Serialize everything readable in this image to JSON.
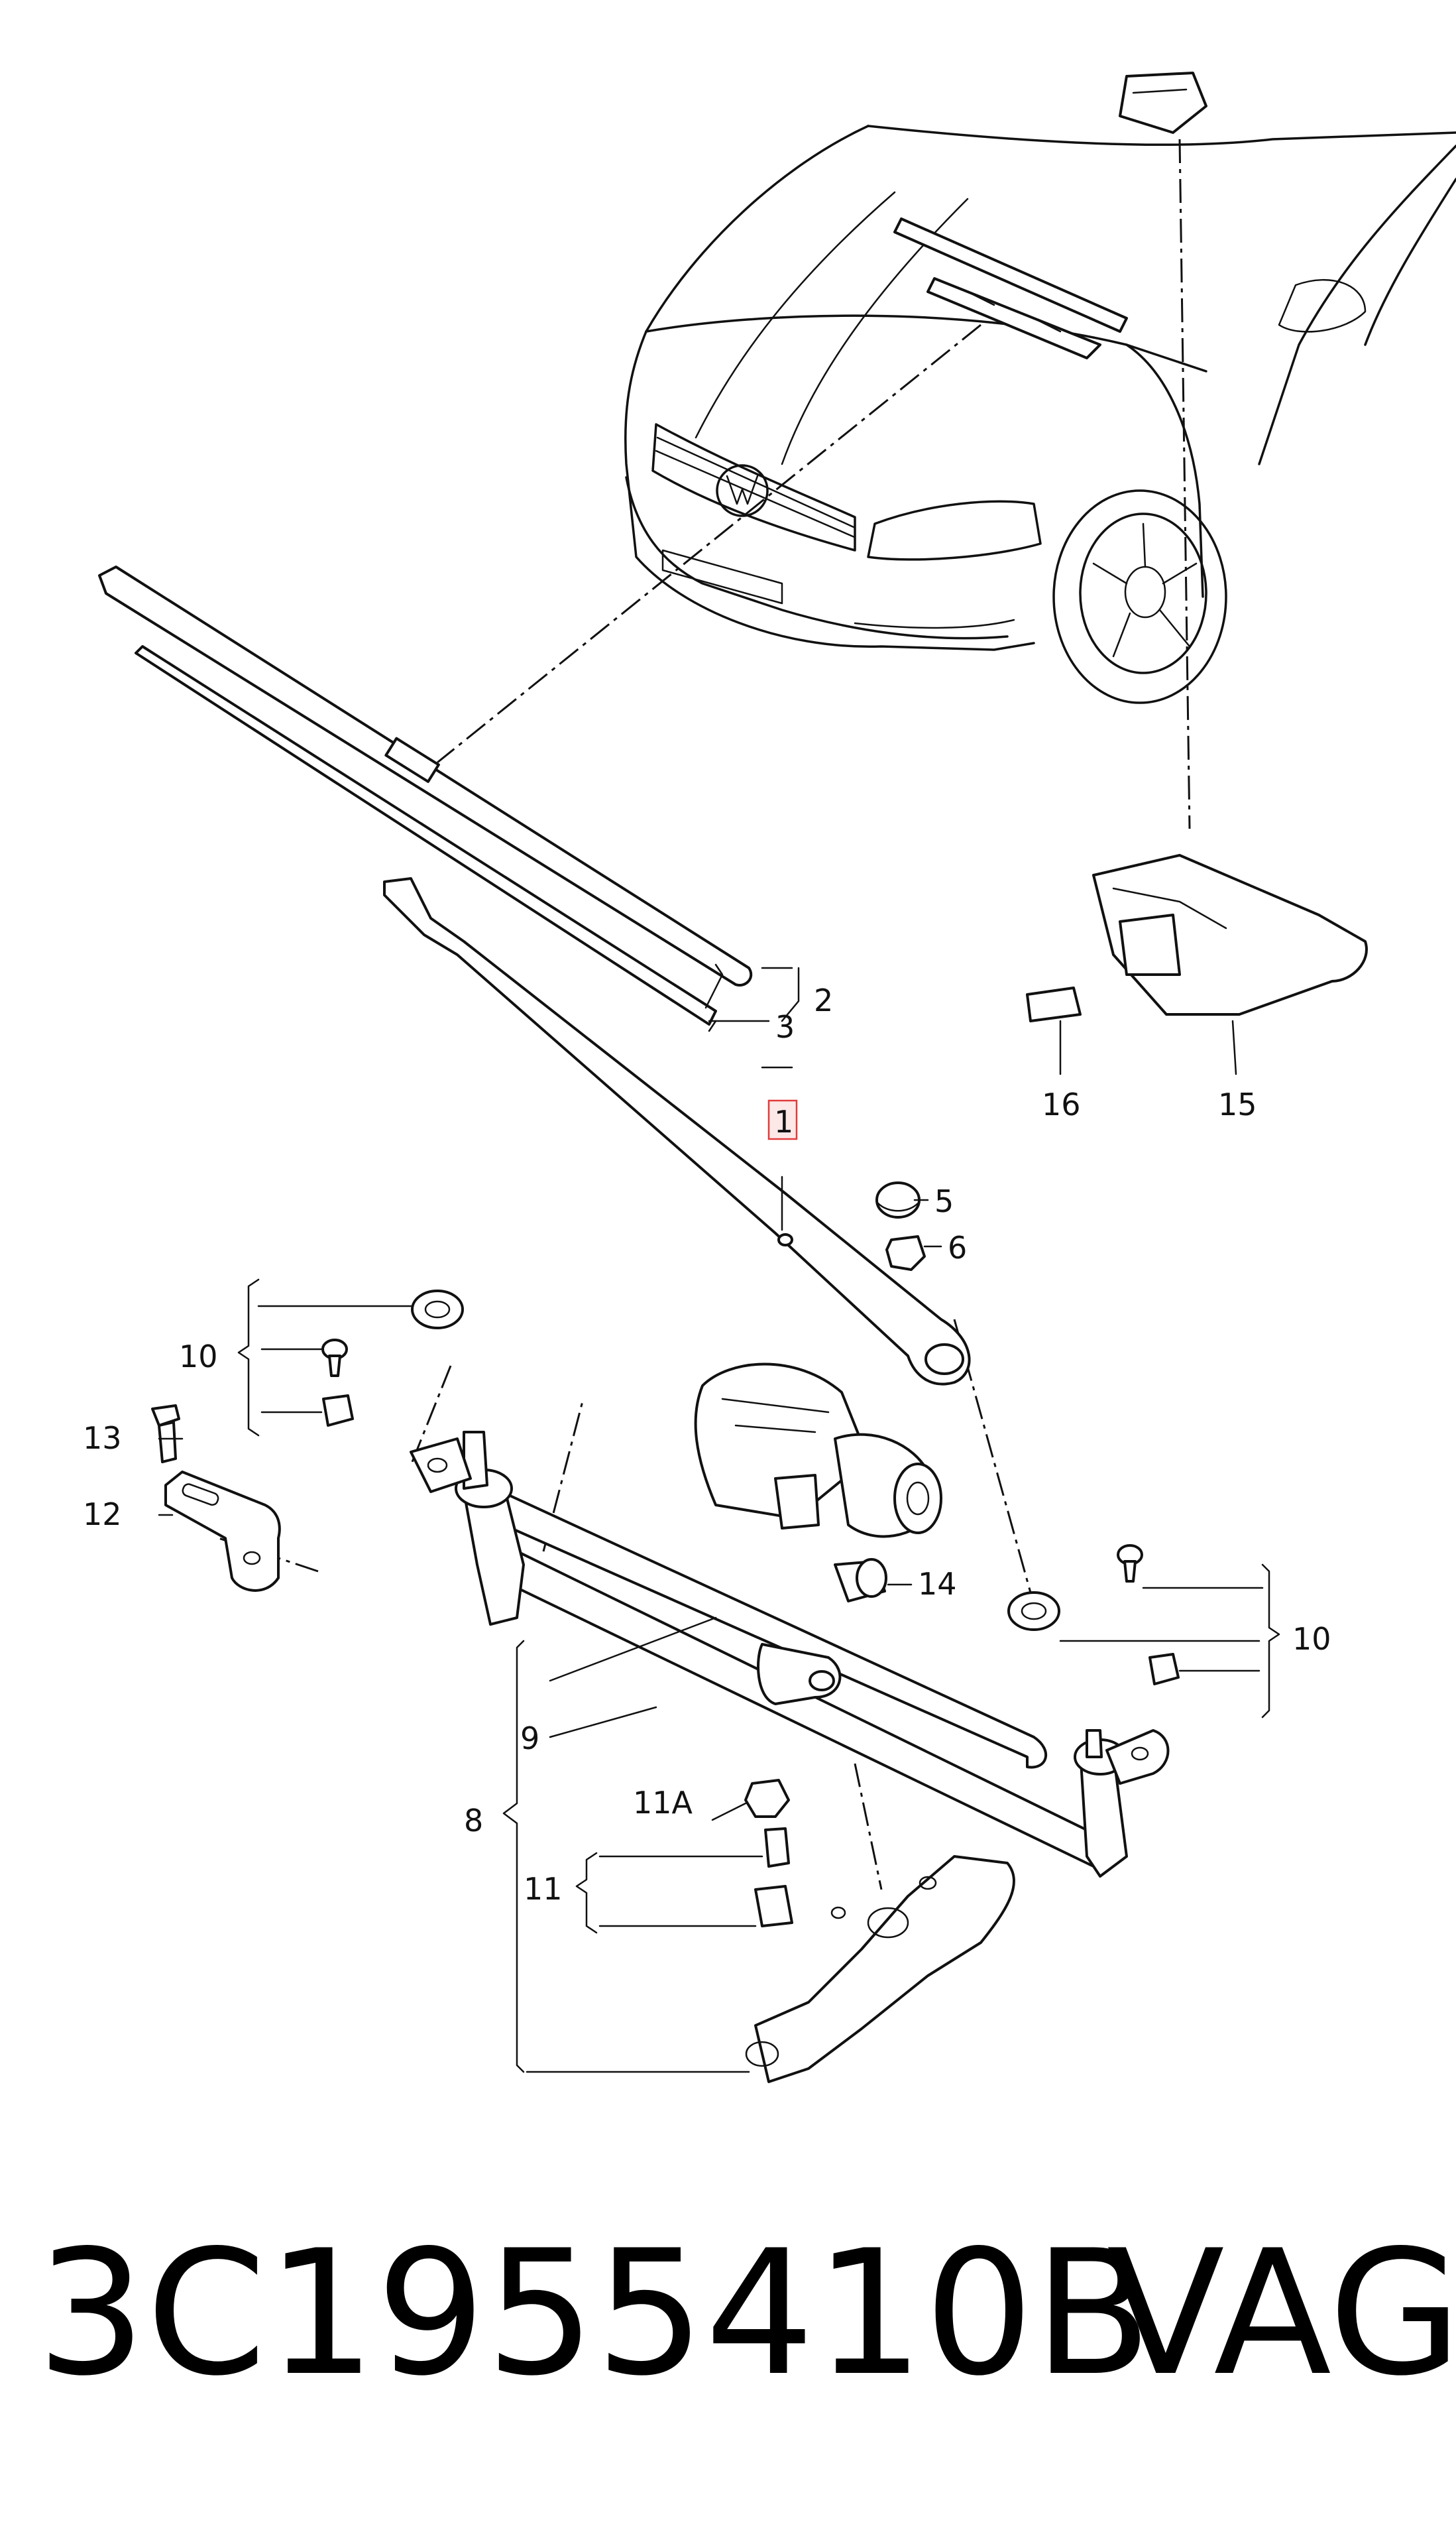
{
  "callouts": {
    "c1": "1",
    "c2": "2",
    "c3": "3",
    "c5": "5",
    "c6": "6",
    "c8": "8",
    "c9": "9",
    "c10a": "10",
    "c10b": "10",
    "c11": "11",
    "c11a": "11A",
    "c12": "12",
    "c13": "13",
    "c14": "14",
    "c15": "15",
    "c16": "16"
  },
  "highlight_color": "#e23b3b",
  "footer": {
    "part_number": "3C1955410B",
    "brand": "VAG"
  }
}
